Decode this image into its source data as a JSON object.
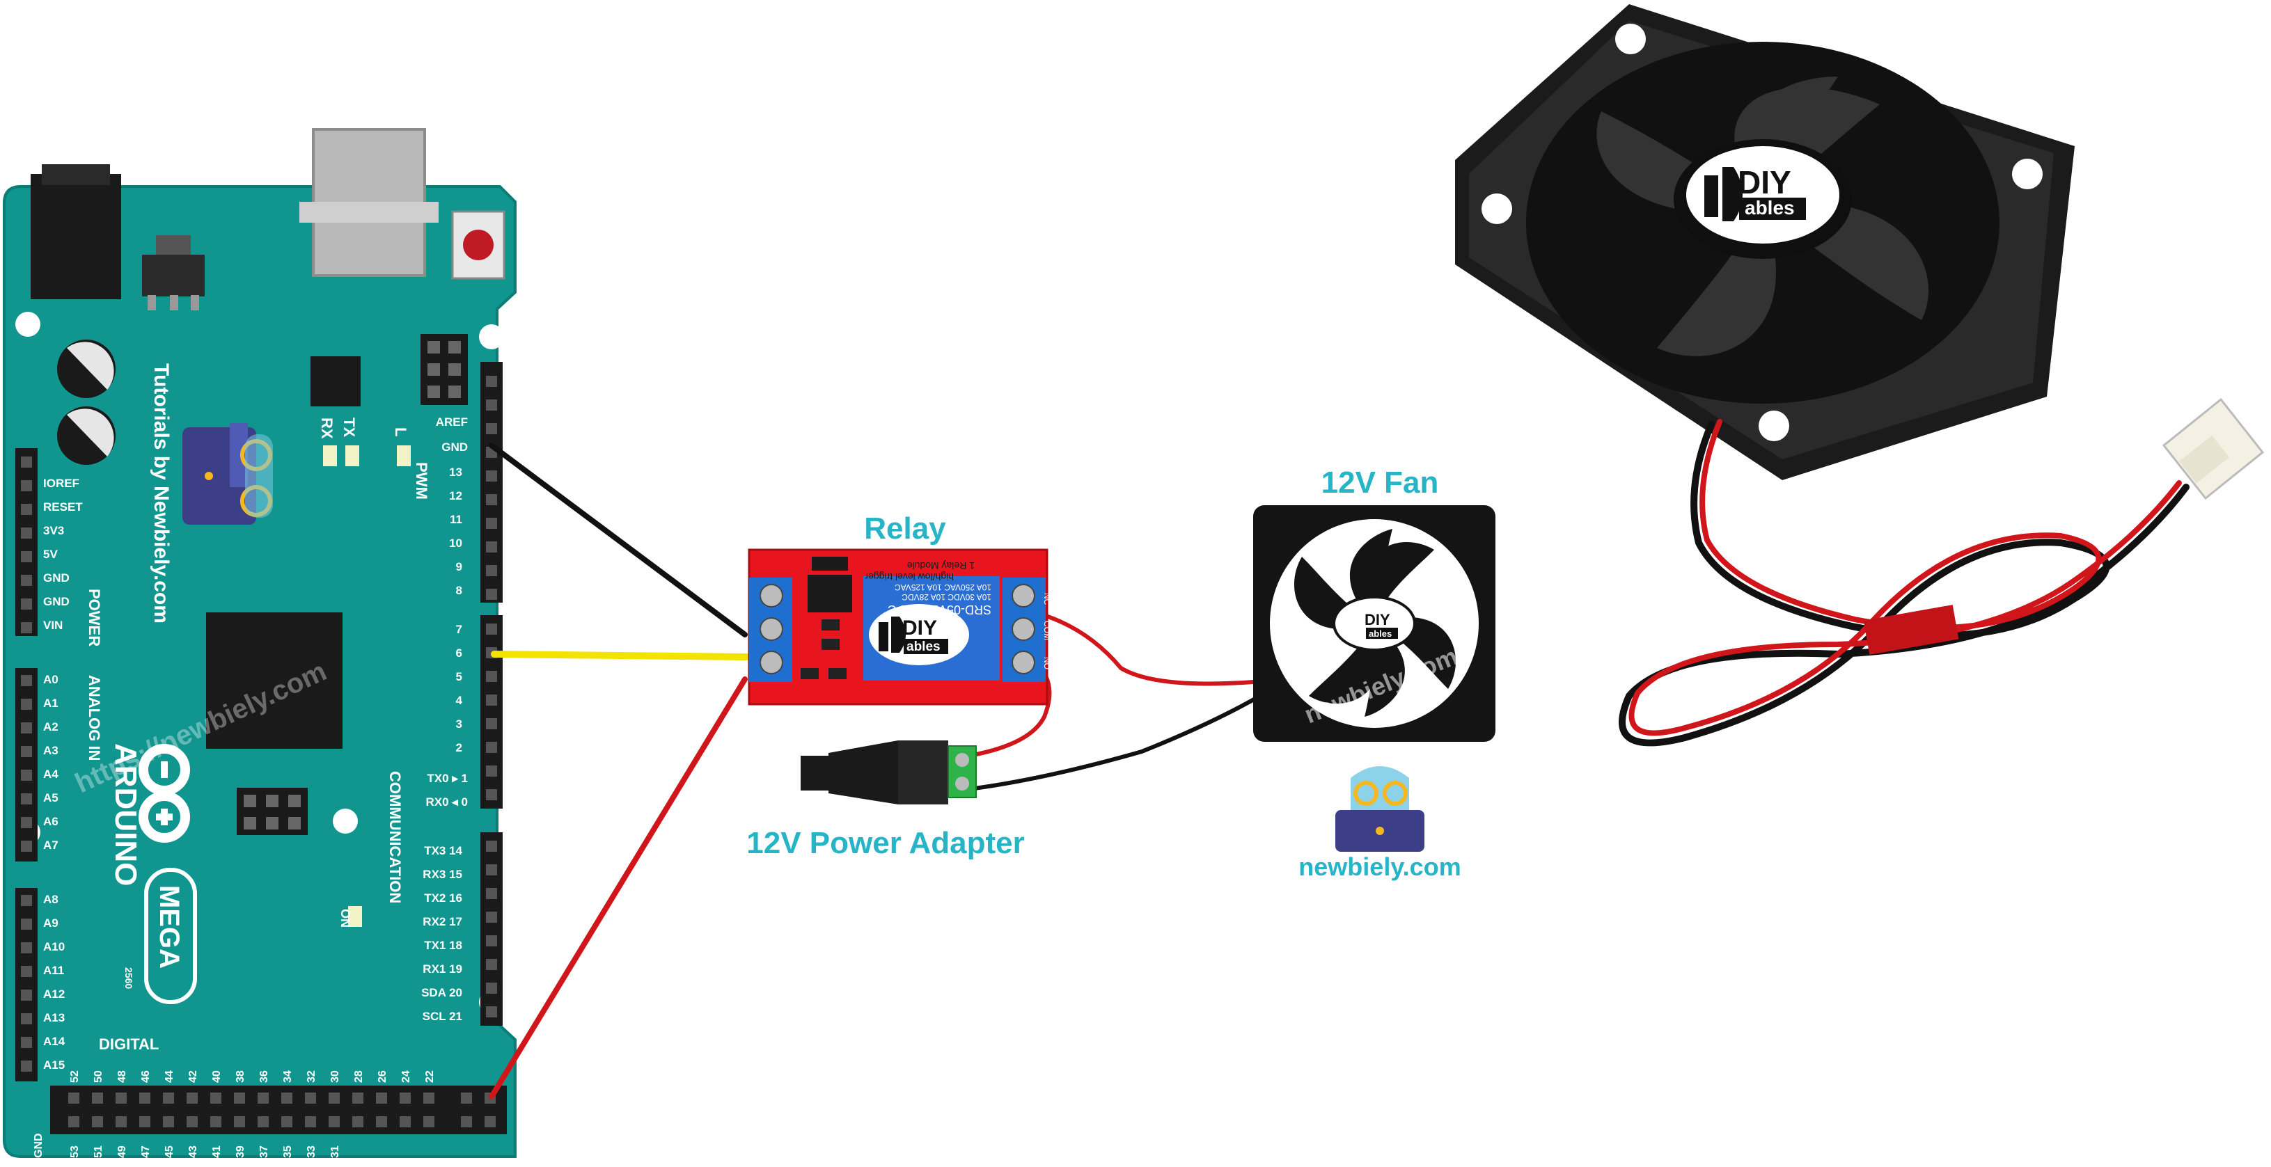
{
  "labels": {
    "relay": "Relay",
    "fan": "12V Fan",
    "adapter": "12V Power Adapter",
    "newbiely": "newbiely.com"
  },
  "board": {
    "tutorial_text": "Tutorials by Newbiely.com",
    "watermark": "https://newbiely.com",
    "arduino": "ARDUINO",
    "mega": "MEGA",
    "mega_sub": "2560",
    "digital": "DIGITAL",
    "analog_in": "ANALOG IN",
    "power": "POWER",
    "communication": "COMMUNICATION",
    "pwm": "PWM",
    "on": "ON",
    "l": "L",
    "tx": "TX",
    "rx": "RX",
    "gnd_bottom": "GND",
    "power_pins": [
      "IOREF",
      "RESET",
      "3V3",
      "5V",
      "GND",
      "GND",
      "VIN"
    ],
    "analog_pins": [
      "A0",
      "A1",
      "A2",
      "A3",
      "A4",
      "A5",
      "A6",
      "A7",
      "A8",
      "A9",
      "A10",
      "A11",
      "A12",
      "A13",
      "A14",
      "A15"
    ],
    "pwm_pins": [
      "AREF",
      "GND",
      "13",
      "12",
      "11",
      "10",
      "9",
      "8",
      "7",
      "6",
      "5",
      "4",
      "3",
      "2",
      "TX0 ▸ 1",
      "RX0 ◂ 0"
    ],
    "comm_pins": [
      "TX3 14",
      "RX3 15",
      "TX2 16",
      "RX2 17",
      "TX1 18",
      "RX1 19",
      "SDA 20",
      "SCL 21"
    ],
    "digital_top": [
      "52",
      "50",
      "48",
      "46",
      "44",
      "42",
      "40",
      "38",
      "36",
      "34",
      "32",
      "30",
      "28",
      "26",
      "24",
      "22"
    ],
    "digital_bottom": [
      "53",
      "51",
      "49",
      "47",
      "45",
      "43",
      "41",
      "39",
      "37",
      "35",
      "33",
      "31"
    ]
  },
  "relay_module": {
    "title": "1 Relay Module",
    "trigger": "high/low level trigger",
    "part": "SRD-05VDC-SL-C",
    "spec1": "10A 250VAC 10A 125VAC",
    "spec2": "10A 30VDC 10A 28VDC",
    "nc": "NC",
    "com": "COM",
    "no": "NO"
  },
  "logo": {
    "diy": "DIY",
    "ables": "ables"
  },
  "wire_colors": {
    "black": "#111111",
    "red": "#d0161b",
    "yellow": "#f2e300"
  },
  "accent_color": "#26b4c6"
}
